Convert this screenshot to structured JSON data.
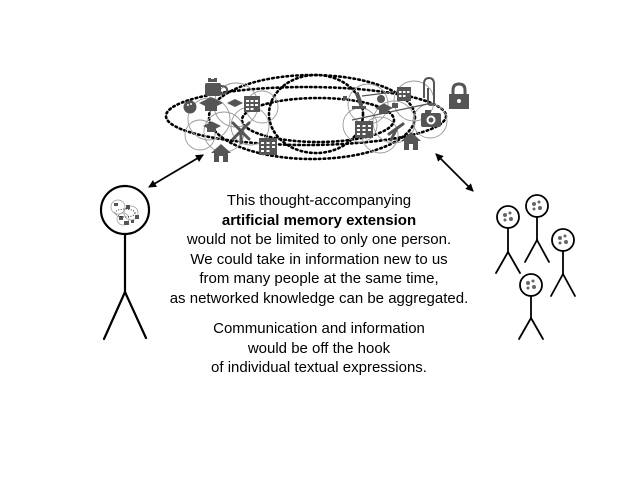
{
  "text_block_1": {
    "line1": "This thought-accompanying",
    "line2": "artificial memory extension",
    "line3": "would not be limited to only one person.",
    "line4": "We could take in information new to us",
    "line5": "from many people at the same time,",
    "line6": "as networked knowledge can be aggregated."
  },
  "text_block_2": {
    "line1": "Communication and information",
    "line2": "would be off the hook",
    "line3": "of individual textual expressions."
  },
  "colors": {
    "ink": "#000000",
    "icon_gray": "#555555",
    "circle_gray": "#9a9a9a",
    "background": "#ffffff"
  },
  "icons": [
    "coffee-cup-icon",
    "bowling-ball-icon",
    "graduation-cap-icon",
    "calendar-icon",
    "windmill-icon",
    "house-icon",
    "microscope-icon",
    "paperclip-icon",
    "padlock-icon",
    "camera-icon",
    "globe-icon",
    "telescope-icon"
  ]
}
